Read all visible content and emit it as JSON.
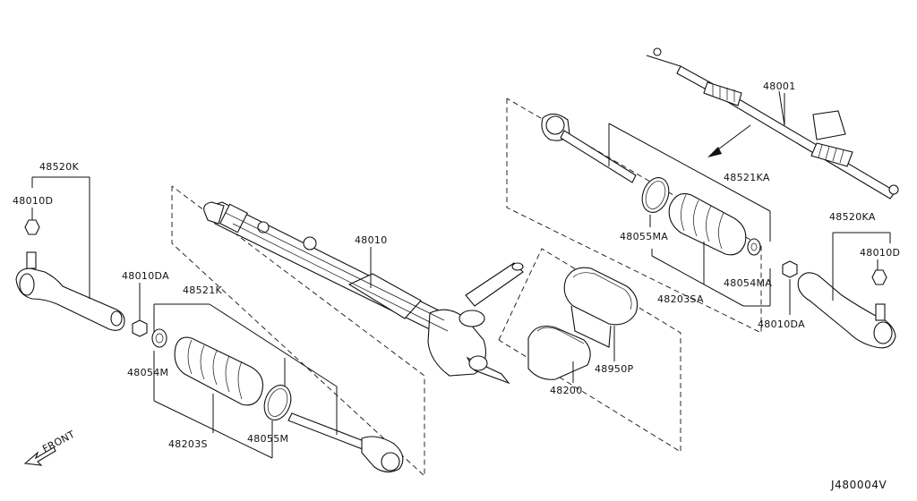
{
  "diagram": {
    "labels": {
      "p48001": "48001",
      "p48010": "48010",
      "p48520K": "48520K",
      "p48010D_left": "48010D",
      "p48010DA_left": "48010DA",
      "p48521K": "48521K",
      "p48054M": "48054M",
      "p48203S": "48203S",
      "p48055M": "48055M",
      "p48521KA": "48521KA",
      "p48055MA": "48055MA",
      "p48054MA": "48054MA",
      "p48203SA": "48203SA",
      "p48010DA_right": "48010DA",
      "p48520KA": "48520KA",
      "p48010D_right": "48010D",
      "p48950P": "48950P",
      "p48200": "48200",
      "front": "FRONT"
    },
    "drawing_code": "J480004V"
  }
}
